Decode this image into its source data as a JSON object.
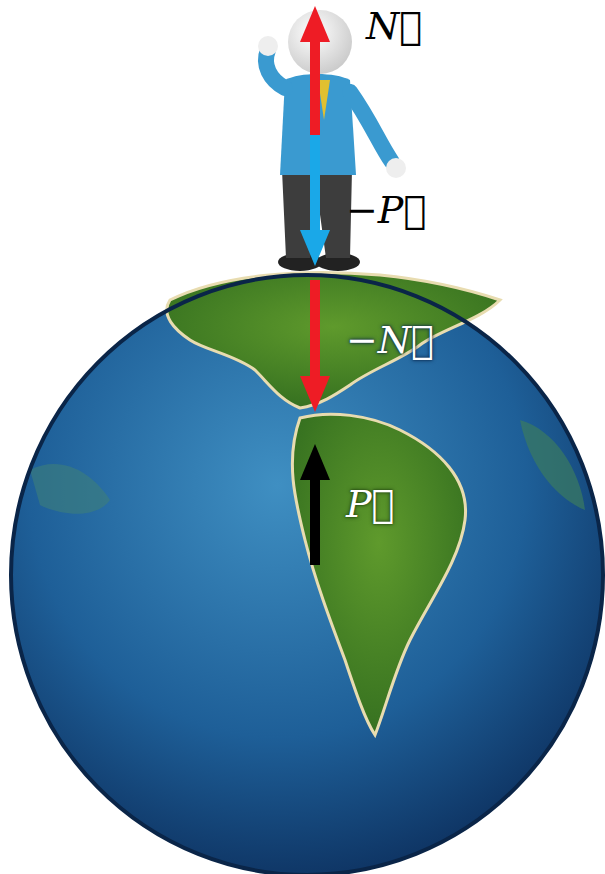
{
  "diagram": {
    "labels": [
      "N⃗",
      "−P⃗",
      "−N⃗",
      "P⃗"
    ]
  }
}
